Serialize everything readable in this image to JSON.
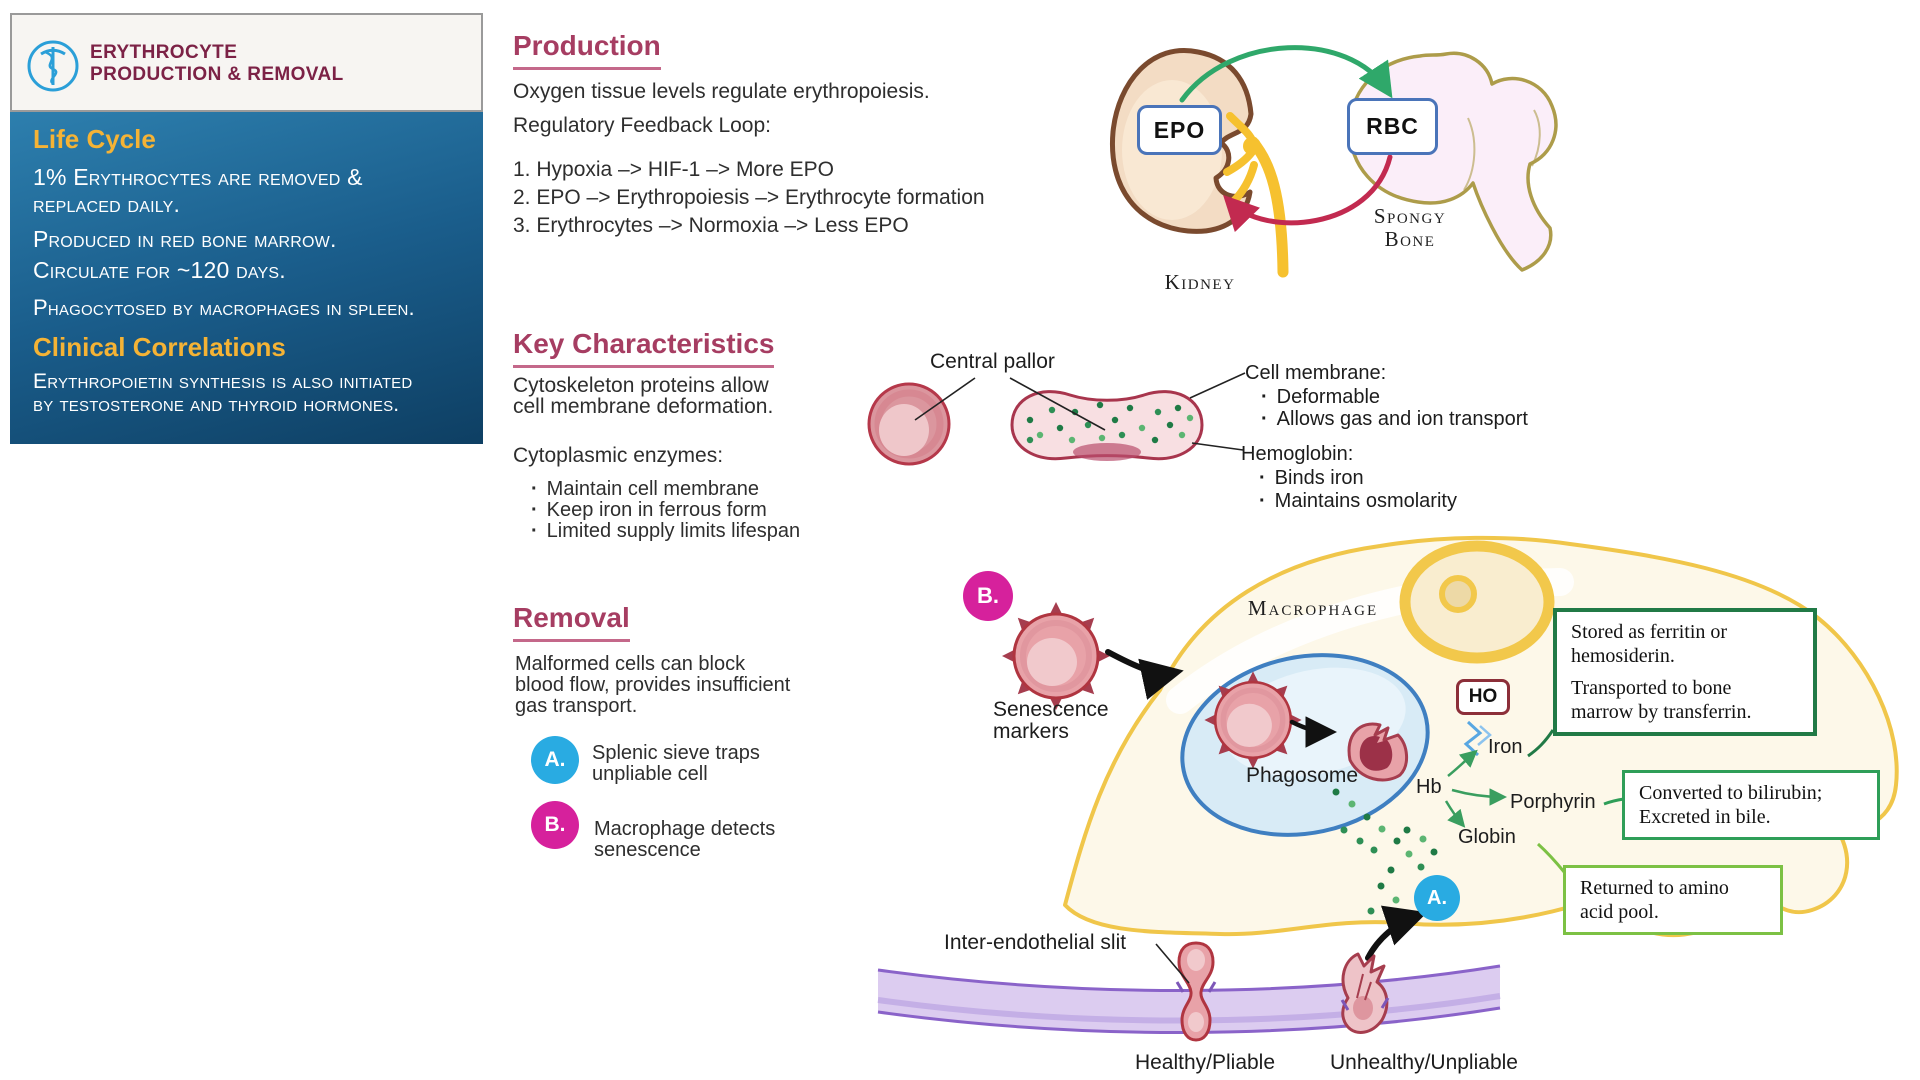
{
  "header_card": {
    "title_line1": "ERYTHROCYTE",
    "title_line2": "PRODUCTION & REMOVAL"
  },
  "life_cycle_panel": {
    "heading": "Life Cycle",
    "item1_line1": "1% Erythrocytes are removed &",
    "item1_line2": "replaced daily.",
    "item2": "Produced in red bone marrow.",
    "item3": "Circulate for ~120 days.",
    "item4": "Phagocytosed by macrophages in spleen.",
    "clinical_heading": "Clinical Correlations",
    "clinical_line1": "Erythropoietin synthesis is also initiated",
    "clinical_line2": "by testosterone and thyroid hormones."
  },
  "production": {
    "heading": "Production",
    "intro": "Oxygen tissue levels regulate erythropoiesis.",
    "loop_label": "Regulatory Feedback Loop:",
    "step1": "1. Hypoxia –> HIF-1 –> More EPO",
    "step2": "2. EPO –> Erythropoiesis –> Erythrocyte formation",
    "step3": "3. Erythrocytes –> Normoxia –> Less EPO"
  },
  "feedback_diagram": {
    "epo": "EPO",
    "rbc": "RBC",
    "kidney_label": "Kidney",
    "bone_label_line1": "Spongy",
    "bone_label_line2": "Bone"
  },
  "key_characteristics": {
    "heading": "Key Characteristics",
    "intro_line1": "Cytoskeleton proteins allow",
    "intro_line2": "cell membrane deformation.",
    "enzymes_label": "Cytoplasmic enzymes:",
    "bullet1": "Maintain cell membrane",
    "bullet2": "Keep iron in ferrous form",
    "bullet3": "Limited supply limits lifespan"
  },
  "rbc_diagram": {
    "central_pallor": "Central pallor",
    "membrane_label": "Cell membrane:",
    "membrane_bullet1": "Deformable",
    "membrane_bullet2": "Allows gas and ion transport",
    "hemoglobin_label": "Hemoglobin:",
    "hb_bullet1": "Binds iron",
    "hb_bullet2": "Maintains osmolarity"
  },
  "removal": {
    "heading": "Removal",
    "intro_line1": "Malformed cells can block",
    "intro_line2": "blood flow, provides insufficient",
    "intro_line3": "gas transport.",
    "a_marker": "A.",
    "a_line1": "Splenic sieve traps",
    "a_line2": "unpliable cell",
    "b_marker": "B.",
    "b_line1": "Macrophage detects",
    "b_line2": "senescence"
  },
  "macrophage_diagram": {
    "label": "Macrophage",
    "b_marker": "B.",
    "a_marker": "A.",
    "senescence_line1": "Senescence",
    "senescence_line2": "markers",
    "phagosome": "Phagosome",
    "hb": "Hb",
    "ho": "HO",
    "iron": "Iron",
    "porphyrin": "Porphyrin",
    "globin": "Globin",
    "iron_box_line1": "Stored as ferritin or",
    "iron_box_line2": "hemosiderin.",
    "iron_box_line3": "Transported to bone",
    "iron_box_line4": "marrow by transferrin.",
    "porphyrin_box_line1": "Converted to bilirubin;",
    "porphyrin_box_line2": "Excreted in bile.",
    "globin_box_line1": "Returned to amino",
    "globin_box_line2": "acid pool.",
    "slit_label": "Inter-endothelial slit",
    "healthy_label": "Healthy/Pliable",
    "unhealthy_label": "Unhealthy/Unpliable"
  },
  "colors": {
    "title_maroon": "#7c2246",
    "heading_berry": "#a63d62",
    "gold": "#f5b335",
    "panel_blue_top": "#2d7fae",
    "panel_blue_bottom": "#0e3f63",
    "badge_a_blue": "#29abe2",
    "badge_b_magenta": "#d6219c",
    "arrow_green": "#2fa86a",
    "arrow_red": "#c22a50",
    "macrophage_yellow": "#f0c64a",
    "phagosome_blue": "#3f7fc1",
    "box_dark_green": "#217a46",
    "box_mid_green": "#2f9e58",
    "box_light_green": "#7cc144",
    "endothelium_purple": "#8a63c9"
  }
}
